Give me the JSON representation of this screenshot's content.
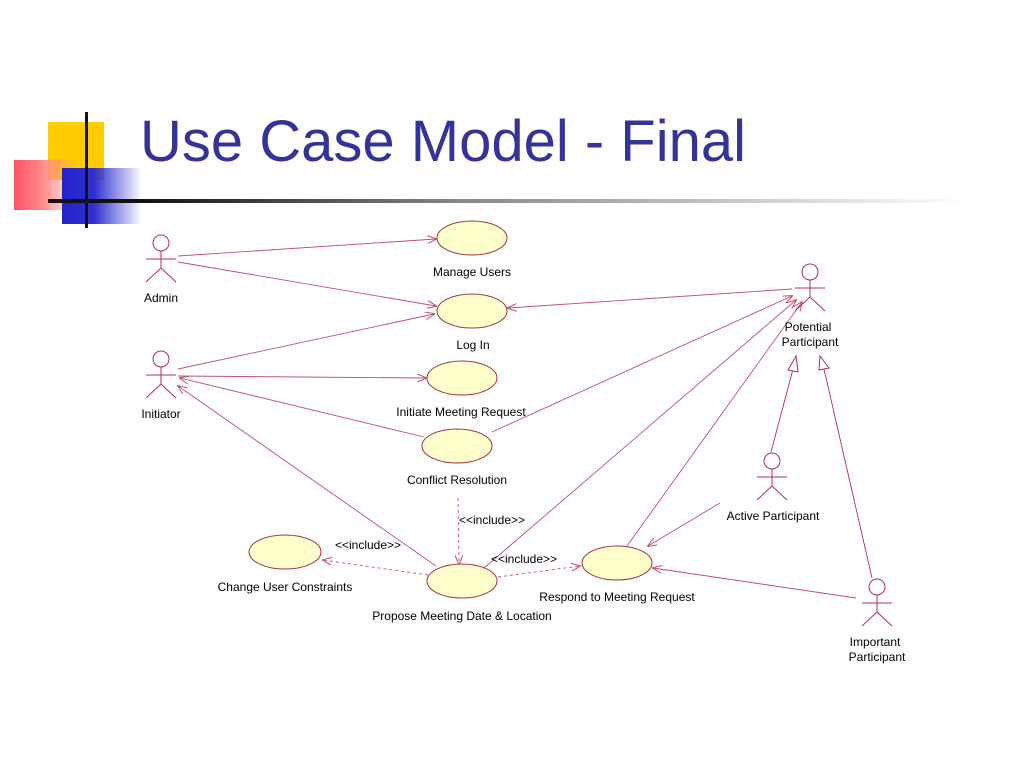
{
  "slide": {
    "title": "Use Case Model - Final"
  },
  "colors": {
    "title": "#333399",
    "use_case_fill": "#ffffcc",
    "relation_line": "#c0506a",
    "accent_yellow": "#ffcc00",
    "accent_red": "#ff5566",
    "accent_blue": "#2323cc"
  },
  "actors": {
    "admin": "Admin",
    "initiator": "Initiator",
    "potential_1": "Potential",
    "potential_2": "Participant",
    "active": "Active Participant",
    "important_1": "Important",
    "important_2": "Participant"
  },
  "use_cases": {
    "manage_users": "Manage Users",
    "log_in": "Log In",
    "initiate_meeting_request": "Initiate Meeting Request",
    "conflict_resolution": "Conflict Resolution",
    "change_user_constraints": "Change User Constraints",
    "propose_meeting": "Propose Meeting Date & Location",
    "respond_to_meeting_request": "Respond to Meeting Request"
  },
  "relations": {
    "include_1": "<<include>>",
    "include_2": "<<include>>",
    "include_3": "<<include>>"
  }
}
